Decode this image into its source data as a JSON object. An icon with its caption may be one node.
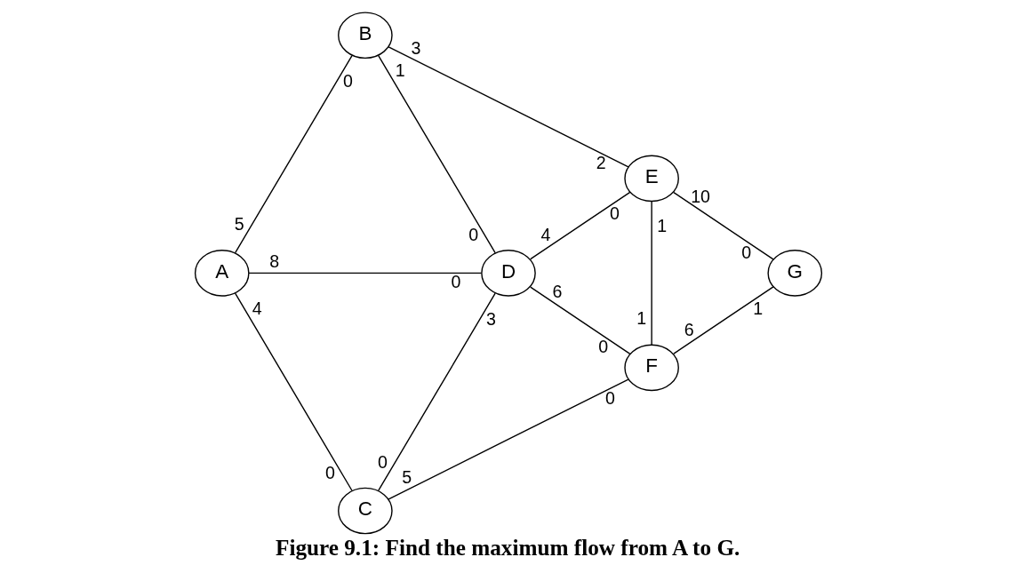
{
  "diagram": {
    "caption": "Figure 9.1: Find the maximum flow from A to G.",
    "nodes": [
      {
        "text": [
          "A"
        ]
      },
      {
        "text": [
          "B"
        ]
      },
      {
        "text": [
          "C"
        ]
      },
      {
        "text": [
          "D"
        ]
      },
      {
        "text": [
          "E"
        ]
      },
      {
        "text": [
          "F"
        ]
      },
      {
        "text": [
          "G"
        ]
      }
    ],
    "edges": [
      {
        "from": 0,
        "to": 1,
        "arrow": "none"
      },
      {
        "from": 0,
        "to": 3,
        "arrow": "none"
      },
      {
        "from": 0,
        "to": 2,
        "arrow": "none"
      },
      {
        "from": 1,
        "to": 4,
        "arrow": "none"
      },
      {
        "from": 1,
        "to": 3,
        "arrow": "none"
      },
      {
        "from": 2,
        "to": 3,
        "arrow": "none"
      },
      {
        "from": 2,
        "to": 5,
        "arrow": "none"
      },
      {
        "from": 3,
        "to": 4,
        "arrow": "none"
      },
      {
        "from": 3,
        "to": 5,
        "arrow": "none"
      },
      {
        "from": 4,
        "to": 5,
        "arrow": "none"
      },
      {
        "from": 4,
        "to": 6,
        "arrow": "none"
      },
      {
        "from": 5,
        "to": 6,
        "arrow": "none"
      }
    ],
    "labels": [
      "3",
      "2",
      "0",
      "10",
      "1",
      "0",
      "1",
      "0",
      "4",
      "0",
      "5",
      "8",
      "0",
      "6",
      "3",
      "1",
      "4",
      "0",
      "1",
      "0",
      "0",
      "6",
      "5",
      "0"
    ]
  }
}
